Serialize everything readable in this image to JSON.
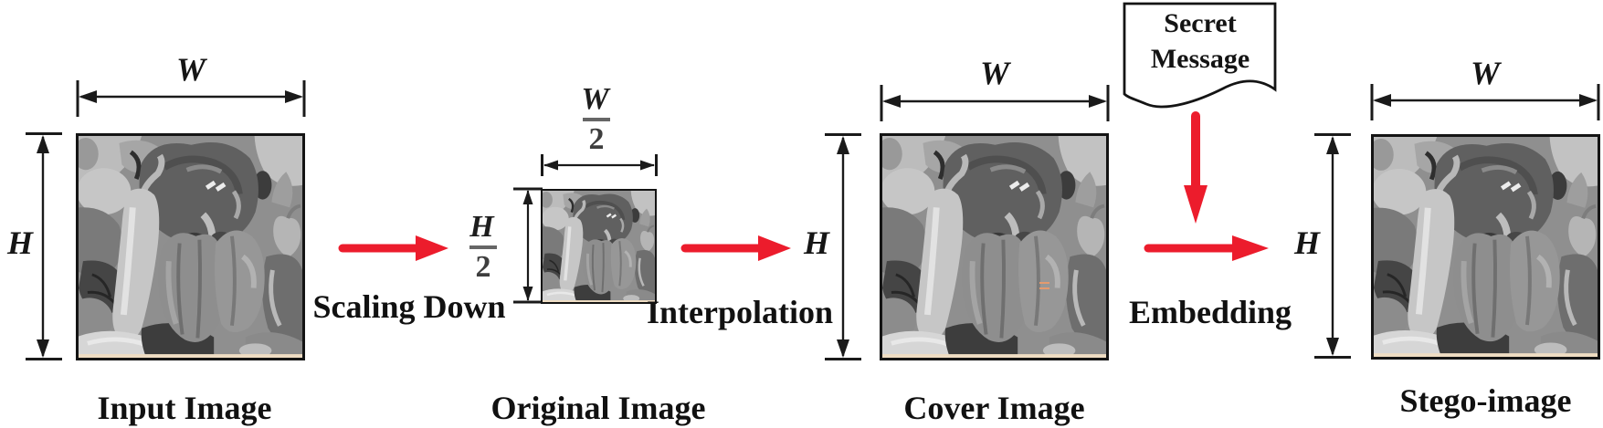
{
  "panels": {
    "input": {
      "caption": "Input Image",
      "width_label": "W",
      "height_label": "H"
    },
    "original": {
      "caption": "Original Image",
      "width_numerator": "W",
      "width_denominator": "2",
      "height_numerator": "H",
      "height_denominator": "2"
    },
    "cover": {
      "caption": "Cover Image",
      "width_label": "W",
      "height_label": "H"
    },
    "stego": {
      "caption": "Stego-image",
      "width_label": "W",
      "height_label": "H"
    }
  },
  "transitions": {
    "scaling_down": {
      "label": "Scaling Down"
    },
    "interpolation": {
      "label": "Interpolation"
    },
    "embedding": {
      "label": "Embedding"
    }
  },
  "secret_message": {
    "line1": "Secret",
    "line2": "Message"
  },
  "colors": {
    "arrow_red": "#EC1C2C",
    "line_black": "#1A1A1A",
    "image_bottom_strip": "#EFDDC3"
  }
}
